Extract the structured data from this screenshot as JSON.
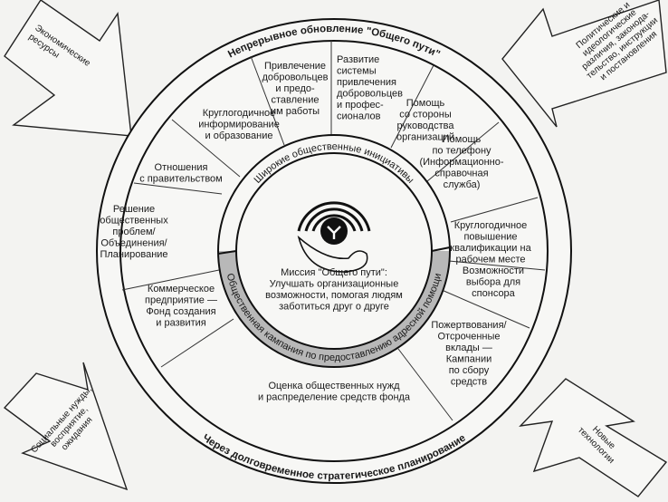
{
  "outer_ring": {
    "top": "Непрерывное обновление \"Общего пути\"",
    "bottom": "Через долговременное стратегическое планирование"
  },
  "middle_ring": {
    "top": "Широкие общественные инициативы",
    "bottom": "Общественная кампания по предоставлению адресной помощи"
  },
  "mission": [
    "Миссия \"Общего пути\":",
    "Улучшать организационные",
    "возможности, помогая людям",
    "заботиться друг о друге"
  ],
  "segments": [
    {
      "lines": [
        "Привлечение",
        "добровольцев",
        "и предо-",
        "ставление",
        "им работы"
      ]
    },
    {
      "lines": [
        "Развитие",
        "системы",
        "привлечения",
        "добровольцев",
        "и профес-",
        "сионалов"
      ]
    },
    {
      "lines": [
        "Помощь",
        "со стороны",
        "руководства",
        "организаций"
      ]
    },
    {
      "lines": [
        "Помощь",
        "по телефону",
        "(Информационно-",
        "справочная",
        "служба)"
      ]
    },
    {
      "lines": [
        "Круглогодичное",
        "повышение",
        "квалификации на",
        "рабочем месте"
      ]
    },
    {
      "lines": [
        "Возможности",
        "выбора для",
        "спонсора"
      ]
    },
    {
      "lines": [
        "Пожертвования/",
        "Отсроченные",
        "вклады —",
        "Кампании",
        "по сбору",
        "средств"
      ]
    },
    {
      "lines": [
        "Оценка общественных нужд",
        "и распределение средств фонда"
      ]
    },
    {
      "lines": [
        "Коммерческое",
        "предприятие —",
        "Фонд создания",
        "и развития"
      ]
    },
    {
      "lines": [
        "Решение",
        "общественных",
        "проблем/",
        "Объединения/",
        "Планирование"
      ]
    },
    {
      "lines": [
        "Отношения",
        "с правительством"
      ]
    },
    {
      "lines": [
        "Круглогодичное",
        "информирование",
        "и образование"
      ]
    }
  ],
  "arrows": {
    "top_left": [
      "Экономические",
      "ресурсы"
    ],
    "top_right": [
      "Политические и",
      "идеологические",
      "различия, законода-",
      "тельство, инструкции",
      "и постановления"
    ],
    "bottom_left": [
      "Социальные нужды,",
      "восприятие,",
      "ожидания"
    ],
    "bottom_right": [
      "Новые",
      "технологии"
    ]
  },
  "colors": {
    "ink": "#1a1a1a",
    "paper": "#f3f3f1",
    "band_gray": "#b8b8b8"
  }
}
